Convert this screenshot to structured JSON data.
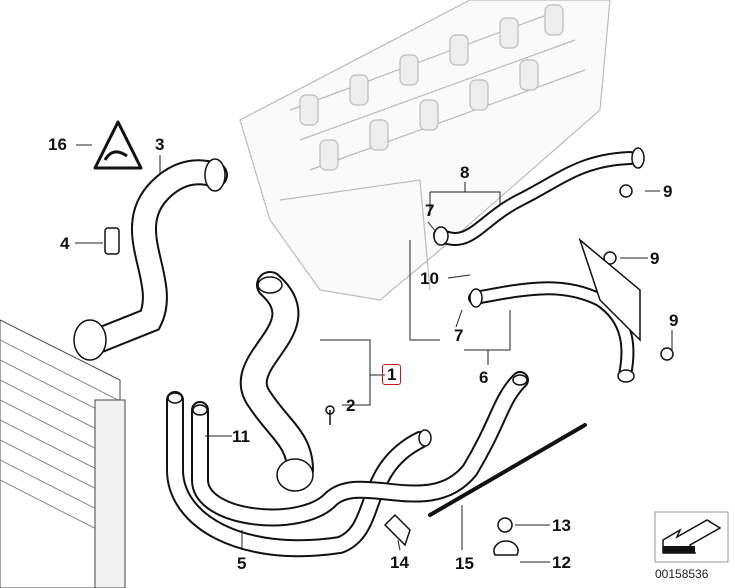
{
  "diagram": {
    "callouts": [
      {
        "id": "c16",
        "text": "16"
      },
      {
        "id": "c3",
        "text": "3"
      },
      {
        "id": "c4",
        "text": "4"
      },
      {
        "id": "c8",
        "text": "8"
      },
      {
        "id": "c9a",
        "text": "9"
      },
      {
        "id": "c7a",
        "text": "7"
      },
      {
        "id": "c10",
        "text": "10"
      },
      {
        "id": "c9b",
        "text": "9"
      },
      {
        "id": "c7b",
        "text": "7"
      },
      {
        "id": "c9c",
        "text": "9"
      },
      {
        "id": "c6",
        "text": "6"
      },
      {
        "id": "c1",
        "text": "1"
      },
      {
        "id": "c2",
        "text": "2"
      },
      {
        "id": "c11",
        "text": "11"
      },
      {
        "id": "c5",
        "text": "5"
      },
      {
        "id": "c14",
        "text": "14"
      },
      {
        "id": "c15",
        "text": "15"
      },
      {
        "id": "c13",
        "text": "13"
      },
      {
        "id": "c12",
        "text": "12"
      }
    ],
    "selected_callout": "1",
    "highlight_color": "#d0141e",
    "document_number": "00158536"
  }
}
